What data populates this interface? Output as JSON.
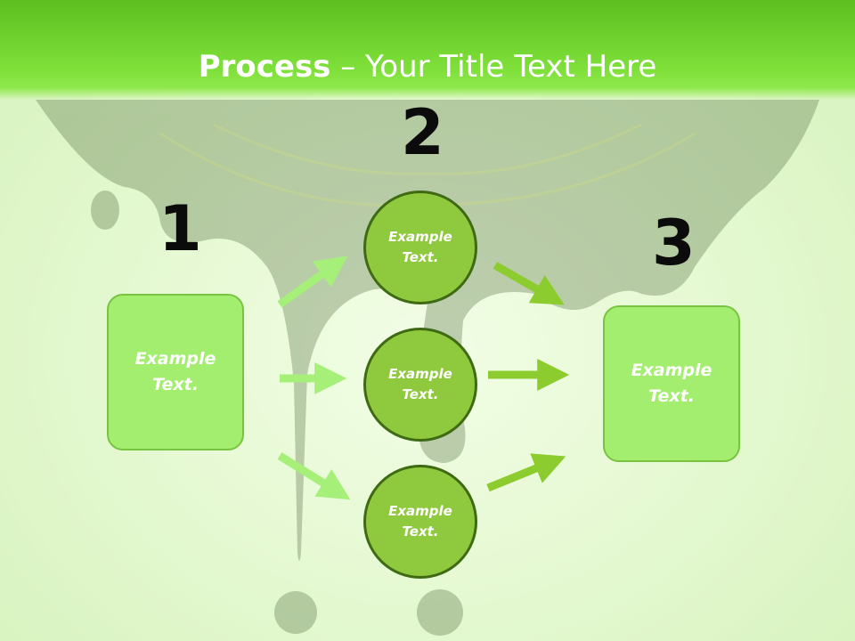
{
  "title": {
    "bold": "Process",
    "rest": " – Your Title Text Here"
  },
  "step_numbers": {
    "one": "1",
    "two": "2",
    "three": "3"
  },
  "left_box": {
    "text": "Example Text."
  },
  "right_box": {
    "text": "Example Text."
  },
  "circles": [
    {
      "text": "Example Text."
    },
    {
      "text": "Example Text."
    },
    {
      "text": "Example Text."
    }
  ],
  "colors": {
    "header": "#6fd82c",
    "box_fill": "#a3ee6e",
    "circle_fill": "#8fc93d",
    "circle_border": "#3f6a14",
    "arrow_left": "#a6f07a",
    "arrow_right": "#8ccc2e"
  }
}
